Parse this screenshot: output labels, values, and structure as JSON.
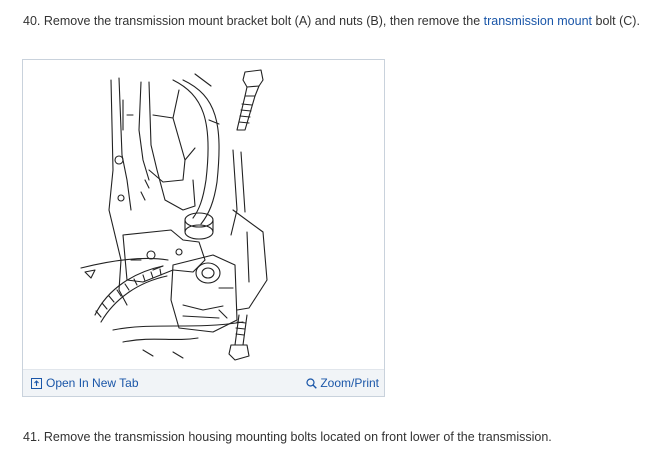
{
  "steps": [
    {
      "before_link": "40. Remove the transmission mount bracket bolt (A) and nuts (B), then remove the ",
      "link_text": "transmission mount",
      "after_link": " bolt (C)."
    },
    {
      "text": "41. Remove the transmission housing mounting bolts located on front lower of the transmission."
    }
  ],
  "figure": {
    "open_tab_label": "Open In New Tab",
    "zoom_label": "Zoom/Print",
    "open_tab_icon": "open-new-tab-icon",
    "zoom_icon": "magnifier-icon"
  },
  "colors": {
    "link": "#1a56a8",
    "text": "#333333",
    "footer_bg": "#f1f4f7",
    "border": "#c9d2dc"
  }
}
